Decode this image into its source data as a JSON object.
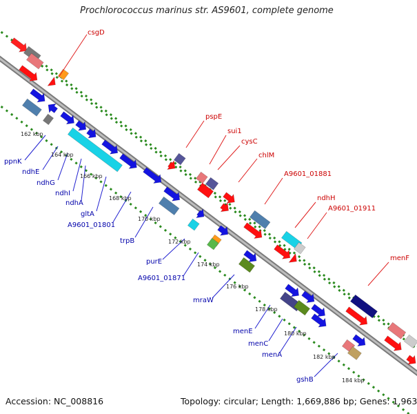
{
  "title": "Prochlorococcus marinus str. AS9601, complete genome",
  "footer": {
    "accession": "Accession: NC_008816",
    "summary": "Topology: circular; Length: 1,669,886 bp; Genes: 1,963"
  },
  "colors": {
    "backbone": "#9a9a9a",
    "dots": "#2a8a1e",
    "forward_gene_label": "#cc0000",
    "reverse_gene_label": "#0000aa",
    "cds_red": "#ff1010",
    "cds_blue": "#1414e0",
    "rna_cyan": "#19d2e6",
    "steel": "#4f7fad"
  },
  "kbp_ticks": [
    "162 kbp",
    "164 kbp",
    "166 kbp",
    "168 kbp",
    "170 kbp",
    "172 kbp",
    "174 kbp",
    "176 kbp",
    "178 kbp",
    "180 kbp",
    "182 kbp",
    "184 kbp"
  ],
  "genes_forward": [
    {
      "name": "csgD",
      "color": "#cc0000"
    },
    {
      "name": "pspE",
      "color": "#cc0000"
    },
    {
      "name": "sui1",
      "color": "#cc0000"
    },
    {
      "name": "cysC",
      "color": "#cc0000"
    },
    {
      "name": "chlM",
      "color": "#cc0000"
    },
    {
      "name": "A9601_01881",
      "color": "#cc0000"
    },
    {
      "name": "ndhH",
      "color": "#cc0000"
    },
    {
      "name": "A9601_01911",
      "color": "#cc0000"
    },
    {
      "name": "menF",
      "color": "#cc0000"
    }
  ],
  "genes_reverse": [
    {
      "name": "ppnK",
      "color": "#0000aa"
    },
    {
      "name": "ndhE",
      "color": "#0000aa"
    },
    {
      "name": "ndhG",
      "color": "#0000aa"
    },
    {
      "name": "ndhI",
      "color": "#0000aa"
    },
    {
      "name": "ndhA",
      "color": "#0000aa"
    },
    {
      "name": "gltA",
      "color": "#0000aa"
    },
    {
      "name": "A9601_01801",
      "color": "#0000aa"
    },
    {
      "name": "trpB",
      "color": "#0000aa"
    },
    {
      "name": "purE",
      "color": "#0000aa"
    },
    {
      "name": "A9601_01871",
      "color": "#0000aa"
    },
    {
      "name": "mraW",
      "color": "#0000aa"
    },
    {
      "name": "menE",
      "color": "#0000aa"
    },
    {
      "name": "menC",
      "color": "#0000aa"
    },
    {
      "name": "menA",
      "color": "#0000aa"
    },
    {
      "name": "gshB",
      "color": "#0000aa"
    }
  ]
}
